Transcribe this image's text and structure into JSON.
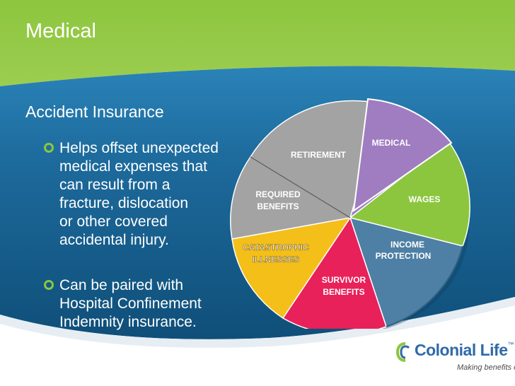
{
  "slide": {
    "title": "Medical",
    "section_heading": "Accident Insurance",
    "bullets": [
      {
        "lines": [
          "Helps offset unexpected",
          "medical expenses that",
          "can result from a",
          "fracture, dislocation",
          "or other covered",
          "accidental injury."
        ]
      },
      {
        "lines": [
          "Can be paired with",
          "Hospital Confinement",
          "Indemnity insurance."
        ]
      }
    ]
  },
  "pie": {
    "slices": [
      {
        "label_lines": [
          "MEDICAL"
        ],
        "color": "#a07cc0"
      },
      {
        "label_lines": [
          "WAGES"
        ],
        "color": "#8cc63f"
      },
      {
        "label_lines": [
          "INCOME",
          "PROTECTION"
        ],
        "color": "#4e7fa4"
      },
      {
        "label_lines": [
          "SURVIVOR",
          "BENEFITS"
        ],
        "color": "#e8215a"
      },
      {
        "label_lines": [
          "CATASTROPHIC",
          "ILLNESSES"
        ],
        "color": "#f5bf1a"
      },
      {
        "label_lines": [
          "REQUIRED",
          "BENEFITS"
        ],
        "color": "#a3a3a3"
      },
      {
        "label_lines": [
          "RETIREMENT"
        ],
        "color": "#a3a3a3"
      }
    ]
  },
  "logo": {
    "name": "Colonial Life",
    "trademark": "™",
    "tagline": "Making benefits count.",
    "icon": "colonial-life-logo-icon"
  },
  "colors": {
    "header_green": "#8dc63f",
    "body_blue": "#1b5e8f",
    "accent_green": "#8cc63f"
  }
}
